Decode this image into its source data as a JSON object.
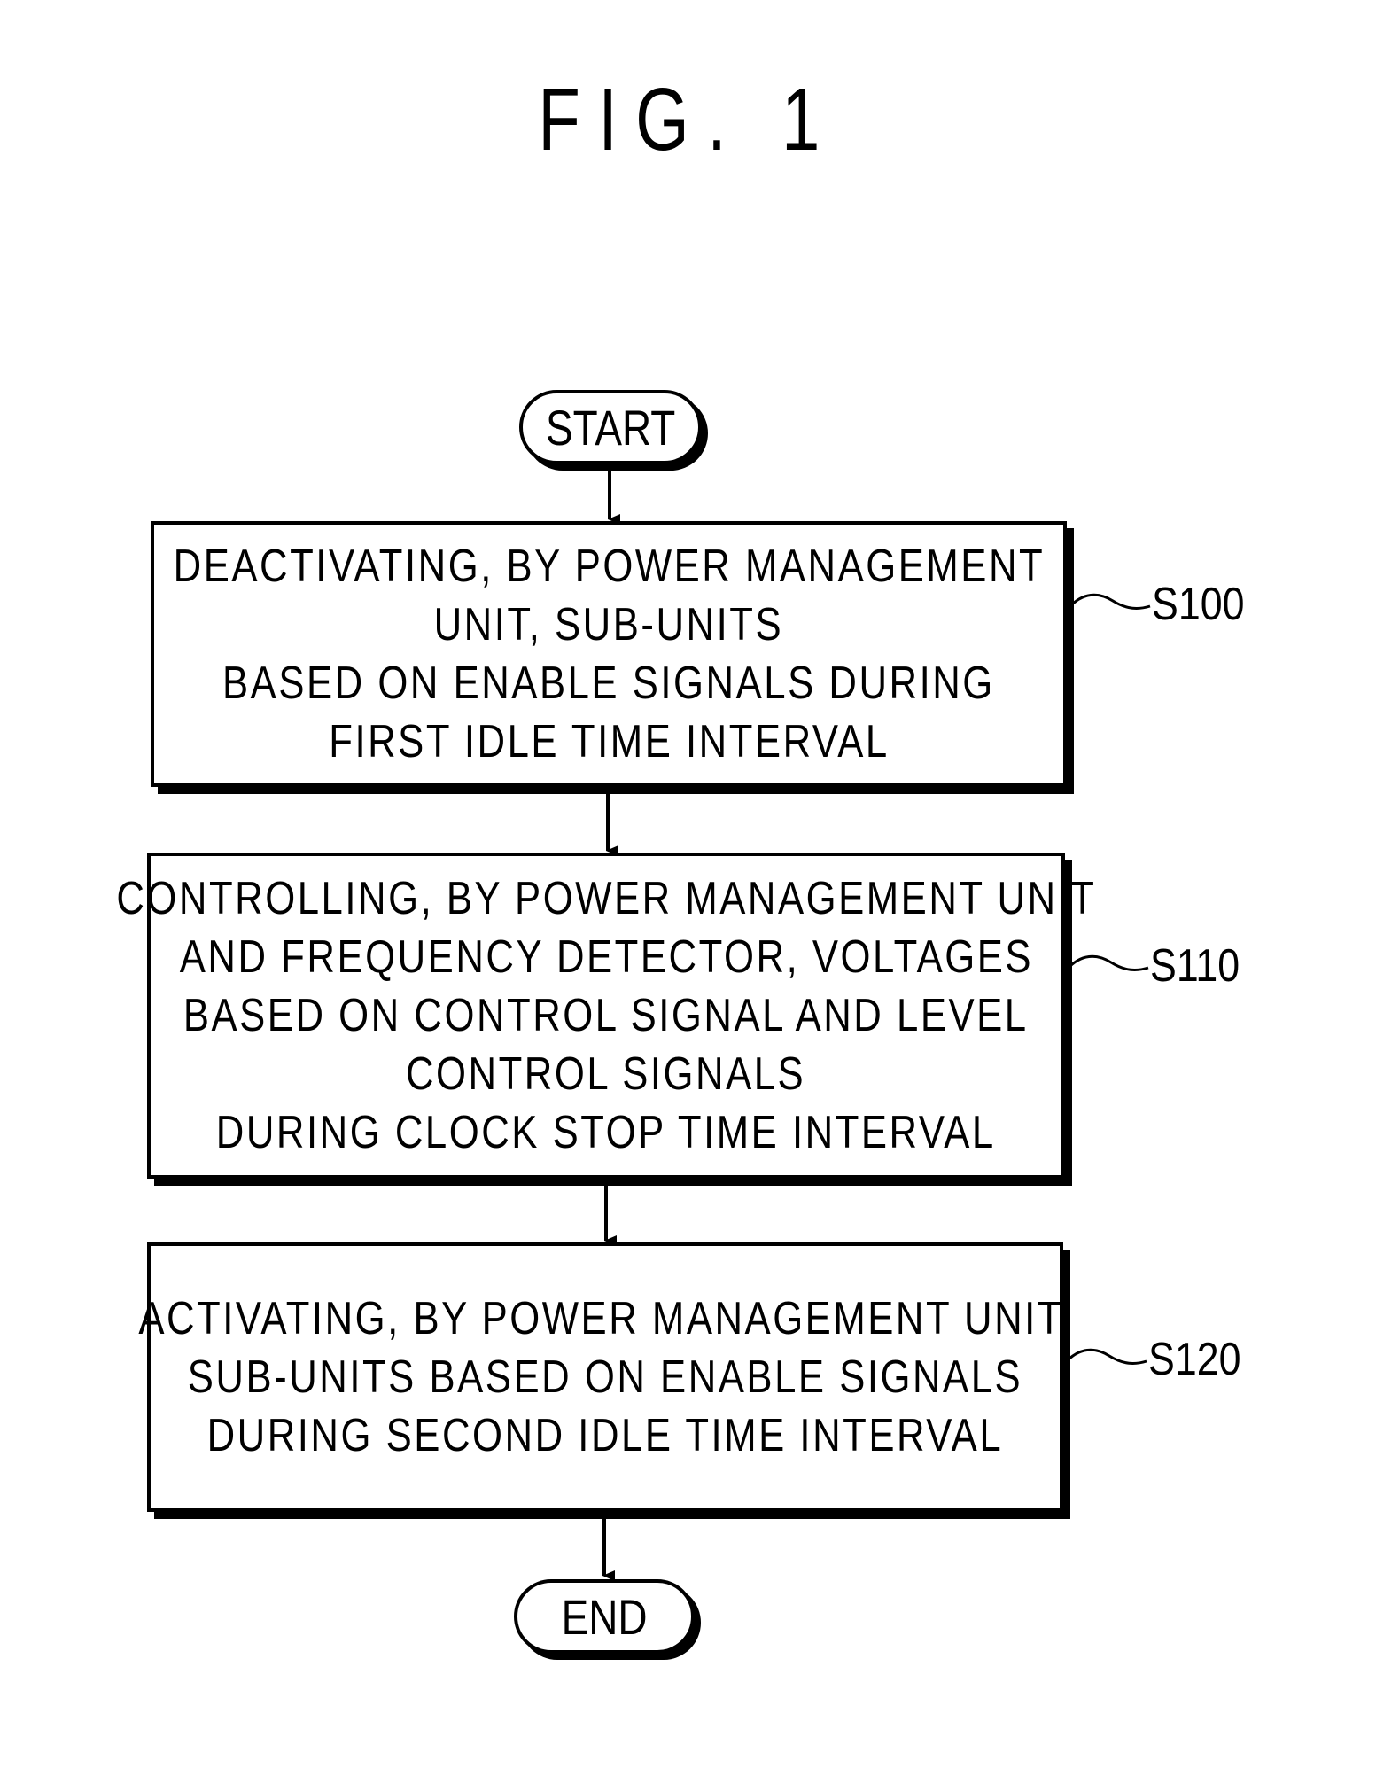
{
  "figure": {
    "title": "FIG. 1"
  },
  "flowchart": {
    "start_label": "START",
    "end_label": "END",
    "steps": [
      {
        "ref": "S100",
        "lines": [
          "DEACTIVATING, BY POWER MANAGEMENT",
          "UNIT, SUB-UNITS",
          "BASED ON ENABLE SIGNALS DURING",
          "FIRST IDLE TIME INTERVAL"
        ]
      },
      {
        "ref": "S110",
        "lines": [
          "CONTROLLING, BY POWER MANAGEMENT UNIT",
          "AND FREQUENCY DETECTOR, VOLTAGES",
          "BASED ON CONTROL SIGNAL AND LEVEL",
          "CONTROL SIGNALS",
          "DURING CLOCK STOP TIME INTERVAL"
        ]
      },
      {
        "ref": "S120",
        "lines": [
          "ACTIVATING, BY POWER MANAGEMENT UNIT,",
          "SUB-UNITS BASED ON ENABLE SIGNALS",
          "DURING SECOND IDLE TIME INTERVAL"
        ]
      }
    ]
  }
}
